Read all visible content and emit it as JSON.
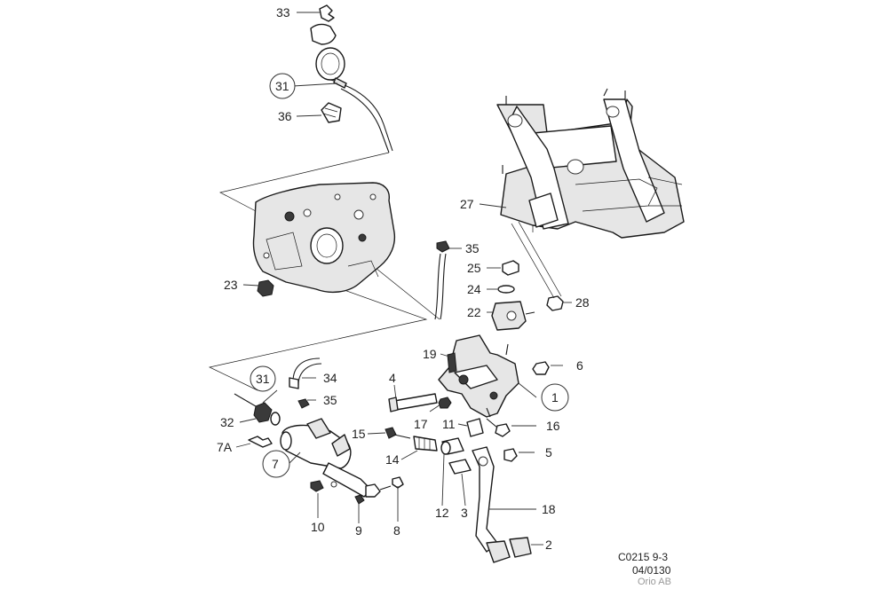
{
  "callouts": {
    "c33": "33",
    "c31a": "31",
    "c36": "36",
    "c27": "27",
    "c35a": "35",
    "c25": "25",
    "c24": "24",
    "c22": "22",
    "c28": "28",
    "c23": "23",
    "c19": "19",
    "c6": "6",
    "c4": "4",
    "c31b": "31",
    "c34": "34",
    "c35b": "35",
    "c1": "1",
    "c17": "17",
    "c11": "11",
    "c16": "16",
    "c32": "32",
    "c15": "15",
    "c7A": "7A",
    "c14": "14",
    "c5": "5",
    "c7": "7",
    "c12": "12",
    "c3": "3",
    "c18": "18",
    "c10": "10",
    "c9": "9",
    "c8": "8",
    "c2": "2"
  },
  "drawing_code": {
    "line1": "C0215 9-3",
    "line2": "04/0130"
  },
  "credit": "Orio AB"
}
